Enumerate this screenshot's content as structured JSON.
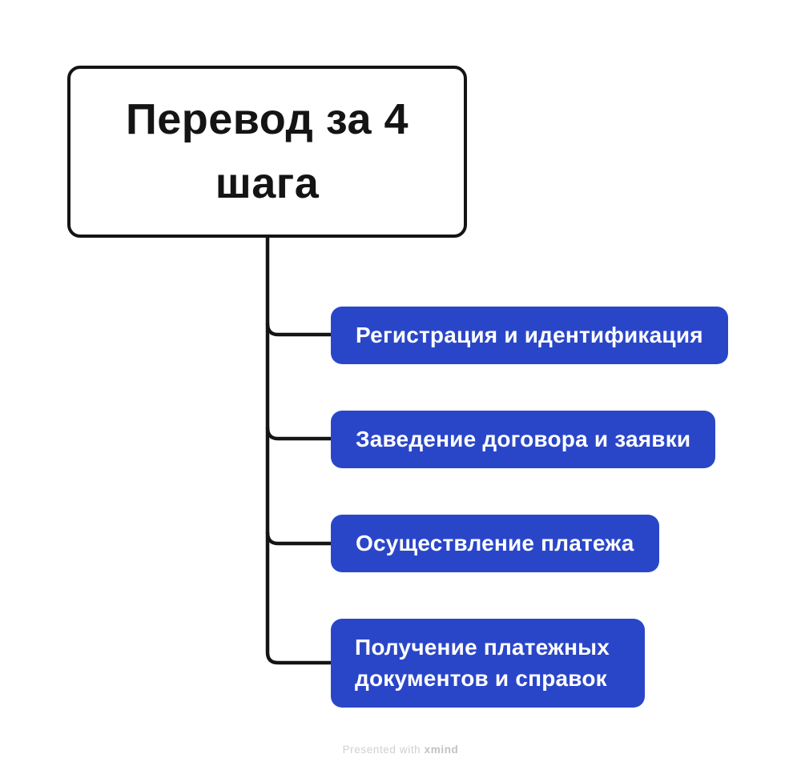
{
  "root": {
    "label": "Перевод за 4 шага"
  },
  "children": [
    {
      "label": "Регистрация и идентификация"
    },
    {
      "label": "Заведение договора и заявки"
    },
    {
      "label": "Осуществление платежа"
    },
    {
      "label": "Получение платежных документов и справок"
    }
  ],
  "watermark": {
    "prefix": "Presented with ",
    "brand": "xmind"
  },
  "colors": {
    "canvas_bg": "#ffffff",
    "topic_bg": "#2a46c8",
    "topic_text": "#ffffff",
    "root_bg": "#ffffff",
    "outline": "#141414",
    "connector": "#141414",
    "watermark_text": "#d0d0d0"
  }
}
